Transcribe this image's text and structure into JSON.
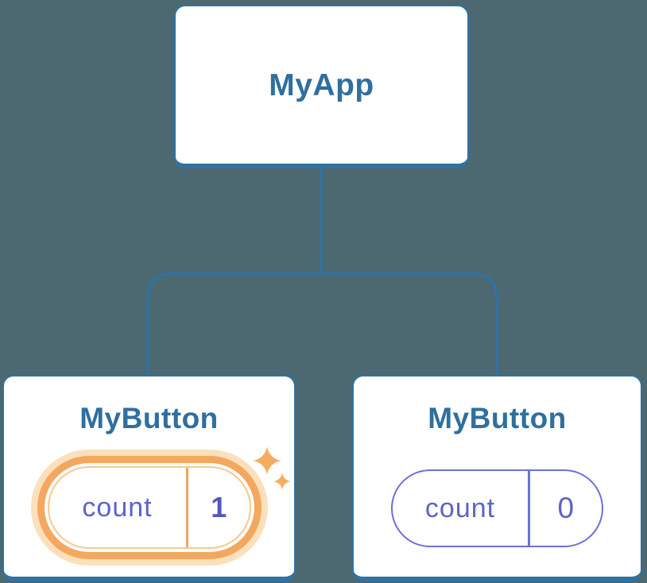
{
  "diagram": {
    "description_label": "React component tree with state",
    "root": {
      "label": "MyApp"
    },
    "children": [
      {
        "label": "MyButton",
        "state": {
          "key": "count",
          "value": "1",
          "highlighted": true
        }
      },
      {
        "label": "MyButton",
        "state": {
          "key": "count",
          "value": "0",
          "highlighted": false
        }
      }
    ]
  },
  "icons": {
    "sparkle_large": "sparkle-large-icon",
    "sparkle_small": "sparkle-small-icon"
  },
  "colors": {
    "background": "#4C6871",
    "node_border": "#2F72A4",
    "node_text": "#2F6F9E",
    "state_text": "#5C63C8",
    "state_value_text": "#4F57C4",
    "state_border": "#6B71D8",
    "highlight_orange": "#F4A75F",
    "highlight_glow": "#FBE0BB",
    "highlight_inner": "#F8C88F",
    "highlight_divider": "#F2A65C",
    "sparkle": "#F6AC5E"
  }
}
